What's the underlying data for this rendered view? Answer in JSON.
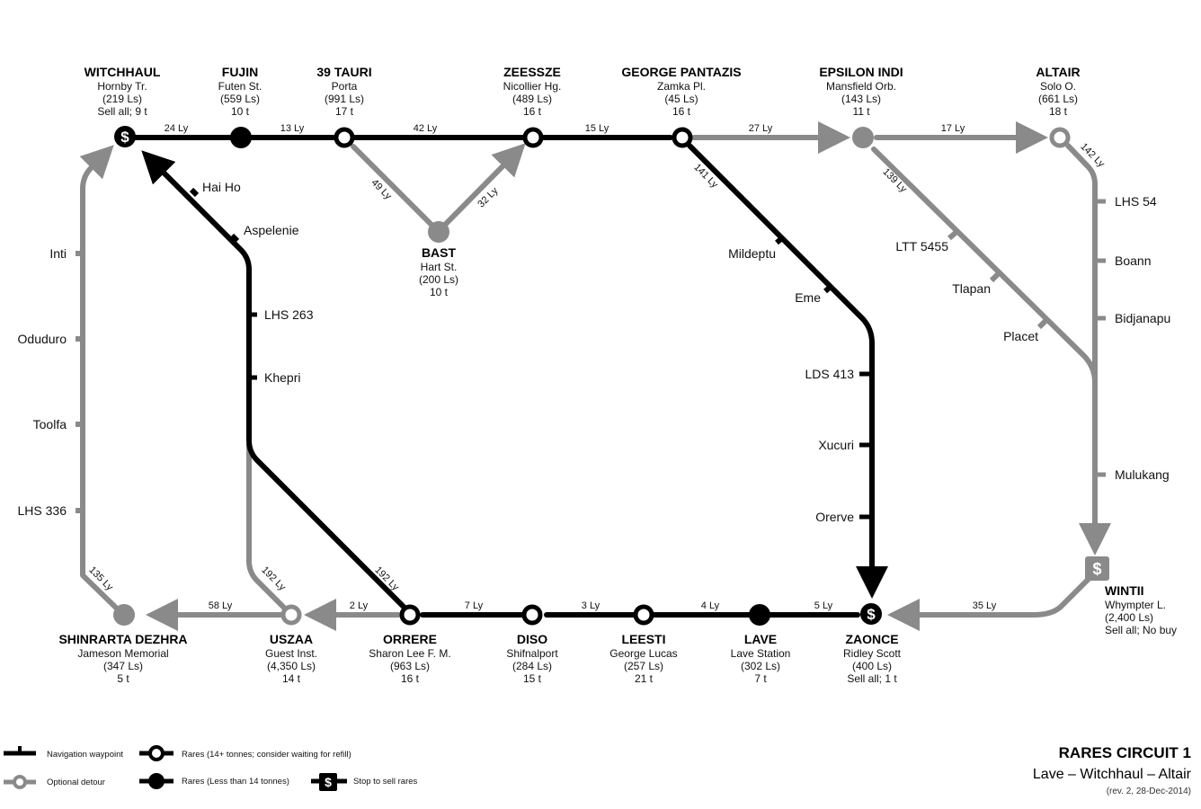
{
  "systems": {
    "witchhaul": {
      "name": "WITCHHAUL",
      "station": "Hornby Tr.",
      "dist": "(219 Ls)",
      "note": "Sell all; 9 t"
    },
    "fujin": {
      "name": "FUJIN",
      "station": "Futen St.",
      "dist": "(559 Ls)",
      "note": "10 t"
    },
    "tauri": {
      "name": "39 TAURI",
      "station": "Porta",
      "dist": "(991 Ls)",
      "note": "17 t"
    },
    "zeessze": {
      "name": "ZEESSZE",
      "station": "Nicollier Hg.",
      "dist": "(489 Ls)",
      "note": "16 t"
    },
    "pantazis": {
      "name": "GEORGE PANTAZIS",
      "station": "Zamka Pl.",
      "dist": "(45 Ls)",
      "note": "16 t"
    },
    "epsilon": {
      "name": "EPSILON INDI",
      "station": "Mansfield Orb.",
      "dist": "(143 Ls)",
      "note": "11 t"
    },
    "altair": {
      "name": "ALTAIR",
      "station": "Solo O.",
      "dist": "(661 Ls)",
      "note": "18 t"
    },
    "bast": {
      "name": "BAST",
      "station": "Hart St.",
      "dist": "(200 Ls)",
      "note": "10 t"
    },
    "shinrarta": {
      "name": "SHINRARTA DEZHRA",
      "station": "Jameson Memorial",
      "dist": "(347 Ls)",
      "note": "5 t"
    },
    "uszaa": {
      "name": "USZAA",
      "station": "Guest Inst.",
      "dist": "(4,350 Ls)",
      "note": "14 t"
    },
    "orrere": {
      "name": "ORRERE",
      "station": "Sharon Lee F. M.",
      "dist": "(963 Ls)",
      "note": "16 t"
    },
    "diso": {
      "name": "DISO",
      "station": "Shifnalport",
      "dist": "(284 Ls)",
      "note": "15 t"
    },
    "leesti": {
      "name": "LEESTI",
      "station": "George Lucas",
      "dist": "(257 Ls)",
      "note": "21 t"
    },
    "lave": {
      "name": "LAVE",
      "station": "Lave Station",
      "dist": "(302 Ls)",
      "note": "7 t"
    },
    "zaonce": {
      "name": "ZAONCE",
      "station": "Ridley Scott",
      "dist": "(400 Ls)",
      "note": "Sell all; 1 t"
    },
    "wintii": {
      "name": "WINTII",
      "station": "Whympter L.",
      "dist": "(2,400 Ls)",
      "note": "Sell all; No buy"
    }
  },
  "distances": {
    "witch_fujin": "24 Ly",
    "fujin_tauri": "13 Ly",
    "tauri_zeessze": "42 Ly",
    "zeessze_pantazis": "15 Ly",
    "pantazis_epsilon": "27 Ly",
    "epsilon_altair": "17 Ly",
    "tauri_bast": "49 Ly",
    "bast_zeessze": "32 Ly",
    "pantazis_diag": "141 Ly",
    "epsilon_diag": "139 Ly",
    "altair_diag": "142 Ly",
    "wintii_zaonce": "35 Ly",
    "zaonce_lave": "5 Ly",
    "lave_leesti": "4 Ly",
    "leesti_diso": "3 Ly",
    "diso_orrere": "7 Ly",
    "orrere_uszaa": "2 Ly",
    "uszaa_shin": "58 Ly",
    "orrere_diag": "192 Ly",
    "uszaa_diag": "192 Ly",
    "shin_diag": "135 Ly"
  },
  "waypoints": {
    "haiho": "Hai Ho",
    "aspelenie": "Aspelenie",
    "lhs263": "LHS 263",
    "khepri": "Khepri",
    "inti": "Inti",
    "oduduro": "Oduduro",
    "toolfa": "Toolfa",
    "lhs336": "LHS 336",
    "mildeptu": "Mildeptu",
    "eme": "Eme",
    "lds413": "LDS 413",
    "xucuri": "Xucuri",
    "orerve": "Orerve",
    "ltt5455": "LTT 5455",
    "tlapan": "Tlapan",
    "placet": "Placet",
    "lhs54": "LHS 54",
    "boann": "Boann",
    "bidjanapu": "Bidjanapu",
    "mulukang": "Mulukang"
  },
  "sell_symbol": "$",
  "legend": {
    "nav_waypoint": "Navigation waypoint",
    "optional_detour": "Optional detour",
    "rares_14plus": "Rares (14+ tonnes; consider waiting for refill)",
    "rares_less14": "Rares (Less than 14 tonnes)",
    "sell_stop": "Stop to sell rares"
  },
  "info": {
    "title": "RARES CIRCUIT 1",
    "subtitle": "Lave – Witchhaul – Altair",
    "revision": "(rev. 2, 28-Dec-2014)"
  },
  "colors": {
    "main_route": "#000000",
    "detour": "#8a8a8a",
    "background": "#ffffff"
  }
}
